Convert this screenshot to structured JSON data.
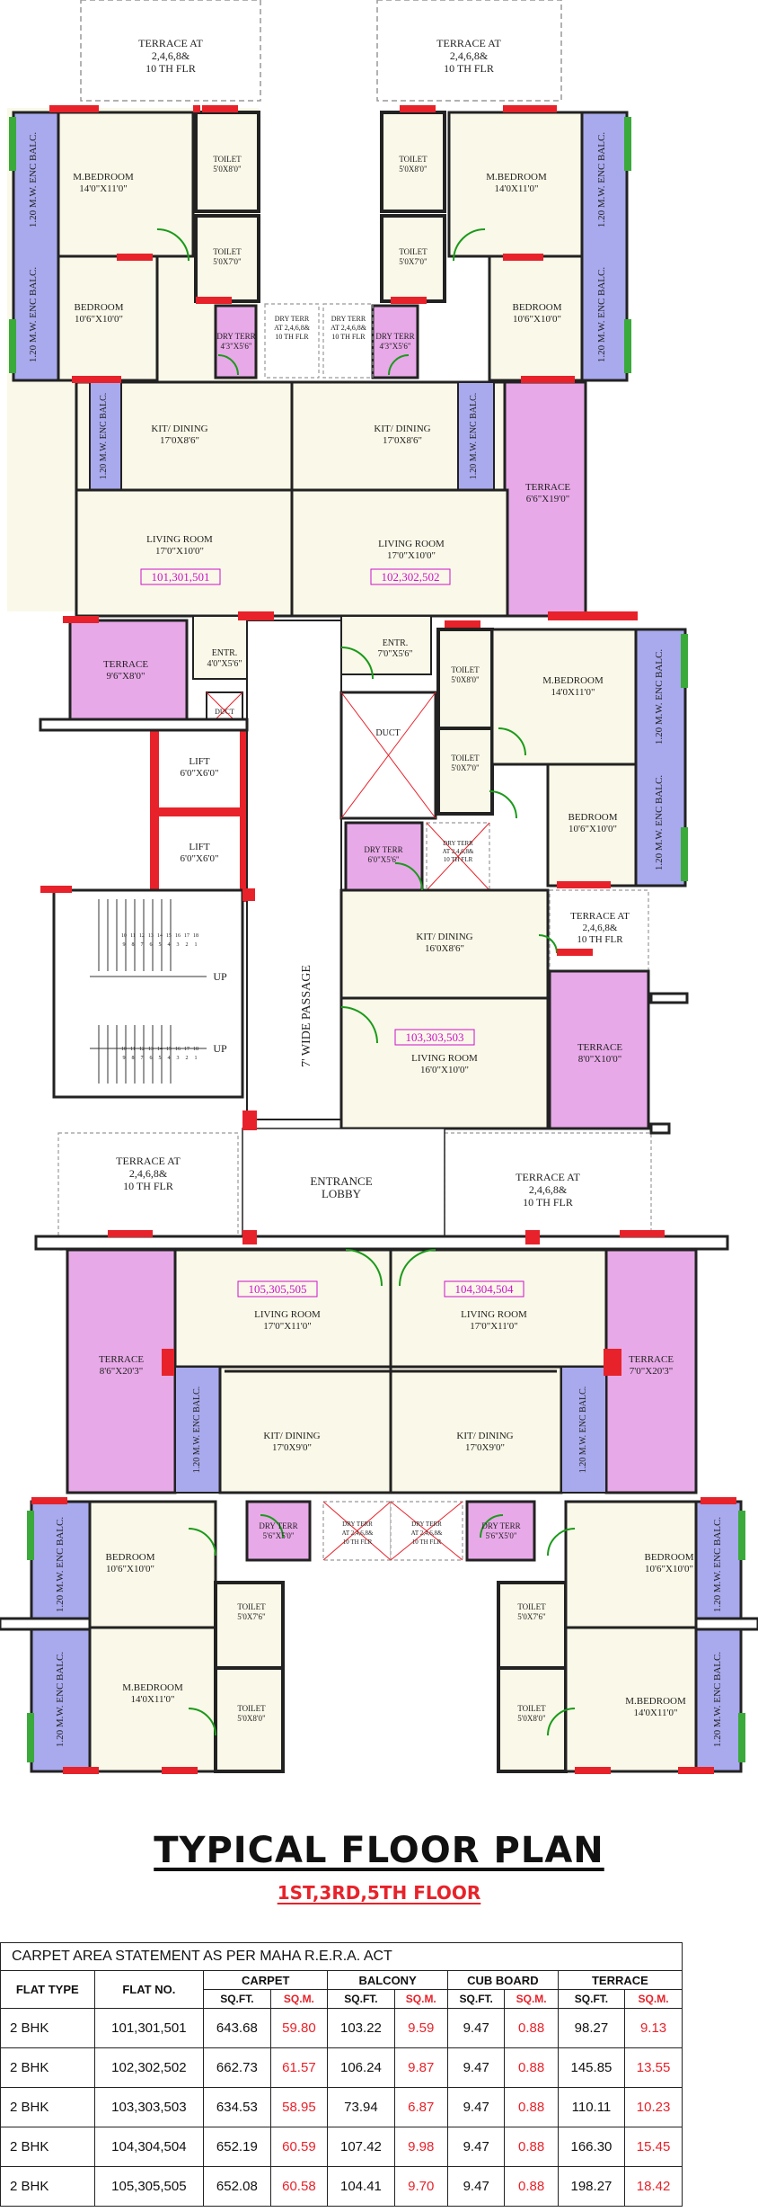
{
  "plan": {
    "terrace_upper_left": [
      "TERRACE AT",
      "2,4,6,8&",
      "10 TH FLR"
    ],
    "terrace_upper_right": [
      "TERRACE AT",
      "2,4,6,8&",
      "10 TH FLR"
    ],
    "flat_101": {
      "mbed": [
        "M.BEDROOM",
        "14'0\"X11'0\""
      ],
      "toilet1": [
        "TOILET",
        "5'0X8'0\""
      ],
      "toilet2": [
        "TOILET",
        "5'0X7'0\""
      ],
      "bed": [
        "BEDROOM",
        "10'6\"X10'0\""
      ],
      "dryterr": [
        "DRY TERR",
        "4'3\"X5'6\""
      ],
      "dryterr_upper": [
        "DRY TERR",
        "AT 2,4,6,8&",
        "10 TH FLR"
      ],
      "kit": [
        "KIT/ DINING",
        "17'0X8'6\""
      ],
      "living": [
        "LIVING ROOM",
        "17'0\"X10'0\""
      ],
      "flat_no": "101,301,501",
      "terrace": [
        "TERRACE",
        "9'6\"X8'0\""
      ],
      "balc": "1.20 M.W. ENC BALC."
    },
    "flat_102": {
      "mbed": [
        "M.BEDROOM",
        "14'0X11'0\""
      ],
      "toilet1": [
        "TOILET",
        "5'0X8'0\""
      ],
      "toilet2": [
        "TOILET",
        "5'0X7'0\""
      ],
      "bed": [
        "BEDROOM",
        "10'6\"X10'0\""
      ],
      "dryterr": [
        "DRY TERR",
        "4'3\"X5'6\""
      ],
      "dryterr_upper": [
        "DRY TERR",
        "AT 2,4,6,8&",
        "10 TH FLR"
      ],
      "kit": [
        "KIT/ DINING",
        "17'0X8'6\""
      ],
      "living": [
        "LIVING ROOM",
        "17'0\"X10'0\""
      ],
      "flat_no": "102,302,502",
      "terrace": [
        "TERRACE",
        "6'6\"X19'0\""
      ],
      "balc": "1.20 M.W. ENC BALC."
    },
    "entr_left": [
      "ENTR.",
      "4'0\"X5'6\""
    ],
    "entr_right": [
      "ENTR.",
      "7'0\"X5'6\""
    ],
    "duct_small": "DUCT",
    "lift1": [
      "LIFT",
      "6'0\"X6'0\""
    ],
    "lift2": [
      "LIFT",
      "6'0\"X6'0\""
    ],
    "up1": "UP",
    "up2": "UP",
    "passage": "7' WIDE PASSAGE",
    "flat_103": {
      "duct": "DUCT",
      "toilet1": [
        "TOILET",
        "5'0X8'0\""
      ],
      "toilet2": [
        "TOILET",
        "5'0X7'0\""
      ],
      "mbed": [
        "M.BEDROOM",
        "14'0X11'0\""
      ],
      "bed": [
        "BEDROOM",
        "10'6\"X10'0\""
      ],
      "dryterr": [
        "DRY TERR",
        "6'0\"X5'6\""
      ],
      "dryterr_upper": [
        "DRY TERR",
        "AT 2,4,6,8&",
        "10 TH FLR"
      ],
      "kit": [
        "KIT/ DINING",
        "16'0X8'6\""
      ],
      "living": [
        "LIVING ROOM",
        "16'0\"X10'0\""
      ],
      "flat_no": "103,303,503",
      "terrace_upper": [
        "TERRACE AT",
        "2,4,6,8&",
        "10 TH FLR"
      ],
      "terrace": [
        "TERRACE",
        "8'0\"X10'0\""
      ],
      "balc": "1.20 M.W. ENC BALC."
    },
    "terrace_mid_left": [
      "TERRACE AT",
      "2,4,6,8&",
      "10 TH FLR"
    ],
    "terrace_mid_right": [
      "TERRACE AT",
      "2,4,6,8&",
      "10 TH FLR"
    ],
    "lobby": [
      "ENTRANCE",
      "LOBBY"
    ],
    "flat_105": {
      "flat_no": "105,305,505",
      "living": [
        "LIVING ROOM",
        "17'0\"X11'0\""
      ],
      "terrace": [
        "TERRACE",
        "8'6\"X20'3\""
      ],
      "kit": [
        "KIT/ DINING",
        "17'0X9'0\""
      ],
      "dryterr": [
        "DRY TERR",
        "5'6\"X5'0\""
      ],
      "dryterr_upper": [
        "DRY TERR",
        "AT 2,4,6,8&",
        "10 TH FLR"
      ],
      "bed": [
        "BEDROOM",
        "10'6\"X10'0\""
      ],
      "toilet1": [
        "TOILET",
        "5'0X7'6\""
      ],
      "toilet2": [
        "TOILET",
        "5'0X8'0\""
      ],
      "mbed": [
        "M.BEDROOM",
        "14'0X11'0\""
      ],
      "balc": "1.20 M.W. ENC BALC."
    },
    "flat_104": {
      "flat_no": "104,304,504",
      "living": [
        "LIVING ROOM",
        "17'0\"X11'0\""
      ],
      "terrace": [
        "TERRACE",
        "7'0\"X20'3\""
      ],
      "kit": [
        "KIT/ DINING",
        "17'0X9'0\""
      ],
      "dryterr": [
        "DRY TERR",
        "5'6\"X5'0\""
      ],
      "dryterr_upper": [
        "DRY TERR",
        "AT 2,4,6,8&",
        "10 TH FLR"
      ],
      "bed": [
        "BEDROOM",
        "10'6\"X10'0\""
      ],
      "toilet1": [
        "TOILET",
        "5'0X7'6\""
      ],
      "toilet2": [
        "TOILET",
        "5'0X8'0\""
      ],
      "mbed": [
        "M.BEDROOM",
        "14'0X11'0\""
      ],
      "balc": "1.20 M.W. ENC BALC."
    },
    "stair_numbers_top": [
      "10",
      "11",
      "12",
      "13",
      "14",
      "15",
      "16",
      "17",
      "18"
    ],
    "stair_numbers_bottom": [
      "9",
      "8",
      "7",
      "6",
      "5",
      "4",
      "3",
      "2",
      "1"
    ]
  },
  "heading": {
    "title": "TYPICAL FLOOR PLAN",
    "subtitle": "1ST,3RD,5TH FLOOR"
  },
  "statement": {
    "caption": "CARPET AREA STATEMENT AS PER MAHA R.E.R.A. ACT",
    "col_flat_type": "FLAT TYPE",
    "col_flat_no": "FLAT NO.",
    "groups": [
      "CARPET",
      "BALCONY",
      "CUB BOARD",
      "TERRACE"
    ],
    "unit_sqft": "SQ.FT.",
    "unit_sqm": "SQ.M.",
    "rows": [
      {
        "type": "2 BHK",
        "flat": "101,301,501",
        "carpet_sqft": "643.68",
        "carpet_sqm": "59.80",
        "balc_sqft": "103.22",
        "balc_sqm": "9.59",
        "cub_sqft": "9.47",
        "cub_sqm": "0.88",
        "terr_sqft": "98.27",
        "terr_sqm": "9.13"
      },
      {
        "type": "2 BHK",
        "flat": "102,302,502",
        "carpet_sqft": "662.73",
        "carpet_sqm": "61.57",
        "balc_sqft": "106.24",
        "balc_sqm": "9.87",
        "cub_sqft": "9.47",
        "cub_sqm": "0.88",
        "terr_sqft": "145.85",
        "terr_sqm": "13.55"
      },
      {
        "type": "2 BHK",
        "flat": "103,303,503",
        "carpet_sqft": "634.53",
        "carpet_sqm": "58.95",
        "balc_sqft": "73.94",
        "balc_sqm": "6.87",
        "cub_sqft": "9.47",
        "cub_sqm": "0.88",
        "terr_sqft": "110.11",
        "terr_sqm": "10.23"
      },
      {
        "type": "2 BHK",
        "flat": "104,304,504",
        "carpet_sqft": "652.19",
        "carpet_sqm": "60.59",
        "balc_sqft": "107.42",
        "balc_sqm": "9.98",
        "cub_sqft": "9.47",
        "cub_sqm": "0.88",
        "terr_sqft": "166.30",
        "terr_sqm": "15.45"
      },
      {
        "type": "2 BHK",
        "flat": "105,305,505",
        "carpet_sqft": "652.08",
        "carpet_sqm": "60.58",
        "balc_sqft": "104.41",
        "balc_sqm": "9.70",
        "cub_sqft": "9.47",
        "cub_sqm": "0.88",
        "terr_sqft": "198.27",
        "terr_sqm": "18.42"
      }
    ]
  },
  "colors": {
    "floor": "#faf8e8",
    "terrace": "#f0b4f0",
    "balcony": "#a9a9ee",
    "wall": "#222222",
    "opening": "#e8222a",
    "door": "#1a9a1a",
    "window": "#3aaa3a",
    "flat_no": "#cc11cc",
    "dashed": "#999999"
  }
}
